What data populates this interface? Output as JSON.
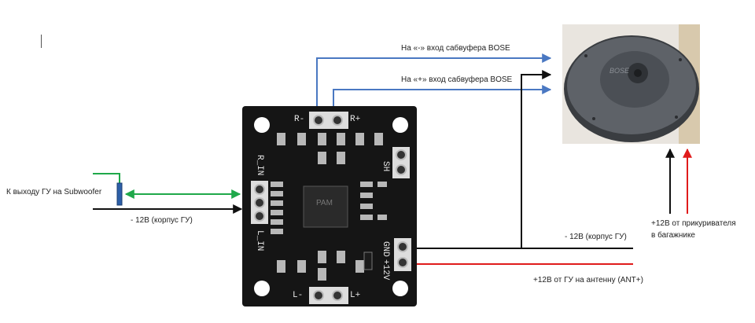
{
  "labels": {
    "left_input": "К выходу ГУ на Subwoofer",
    "left_ground": "- 12В (корпус ГУ)",
    "out_minus": "На «-» вход сабвуфера BOSE",
    "out_plus": "На «+» вход сабвуфера BOSE",
    "right_ground": "- 12В (корпус ГУ)",
    "power_in": "+12В от ГУ на антенну (ANT+)",
    "power_trunk_line1": "+12В от прикуривателя",
    "power_trunk_line2": "в багажнике"
  },
  "board": {
    "pins_top": [
      "R-",
      "R+"
    ],
    "pins_bottom": [
      "L-",
      "L+"
    ],
    "pins_left_top": "R_IN",
    "pins_left_bottom": "L_IN",
    "pin_sh": "SH",
    "pin_gnd": "GND",
    "pin_12v": "+12V",
    "chip_logo": "PAM"
  },
  "speaker": {
    "brand": "BOSE"
  },
  "colors": {
    "wire_blue": "#4a78c2",
    "wire_green": "#1fa84a",
    "wire_red": "#e01b1b",
    "wire_black": "#111111",
    "board_fill": "#151515"
  },
  "icons": [
    "cursor-caret-icon",
    "resistor-icon",
    "speaker-photo"
  ]
}
